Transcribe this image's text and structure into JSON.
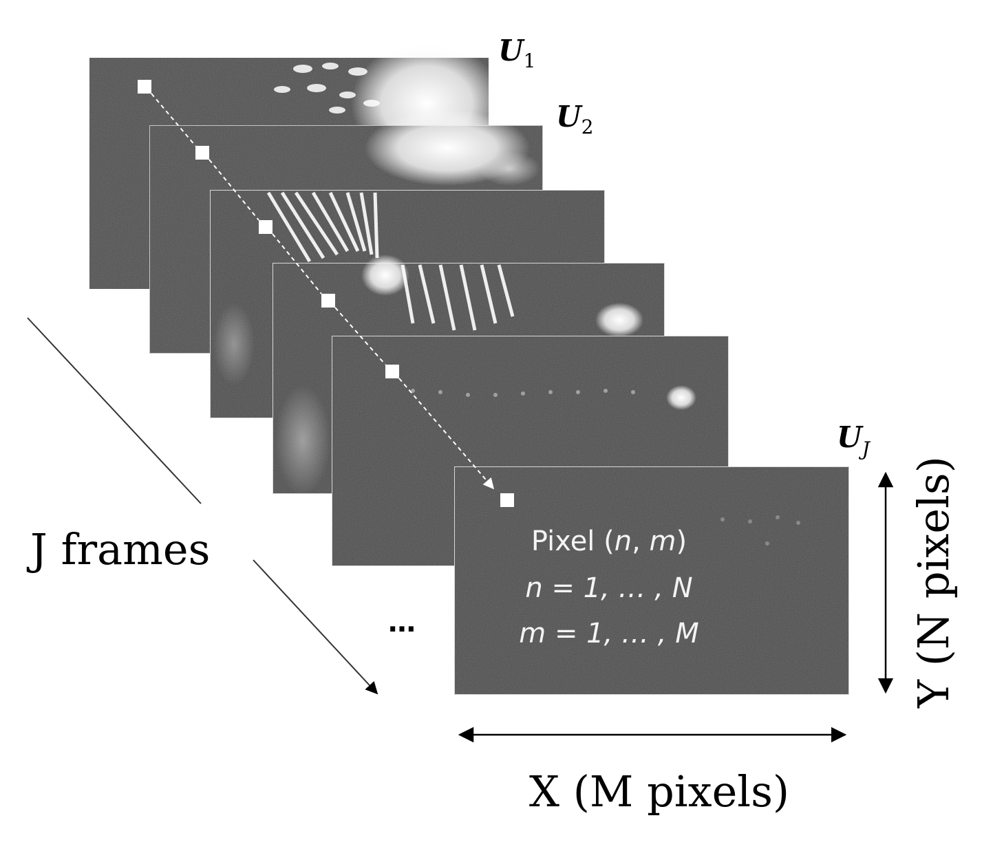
{
  "frame_labels": {
    "first": {
      "main": "U",
      "sub": "1"
    },
    "second": {
      "main": "U",
      "sub": "2"
    },
    "last": {
      "main": "U",
      "sub": "J"
    }
  },
  "axis_labels": {
    "x": "X (M pixels)",
    "y": "Y (N pixels)",
    "depth": "J frames"
  },
  "pixel_annotation": {
    "line1_prefix": "Pixel (",
    "line1_n": "n",
    "line1_comma": ", ",
    "line1_m": "m",
    "line1_suffix": ")",
    "line2": "n = 1, … , N",
    "line3": "m = 1, … , M"
  },
  "ellipsis": "…",
  "colors": {
    "frame_fill": "#4e4e4e",
    "frame_border": "#dcdcdc",
    "marker": "#ffffff",
    "arrow": "#000000"
  }
}
